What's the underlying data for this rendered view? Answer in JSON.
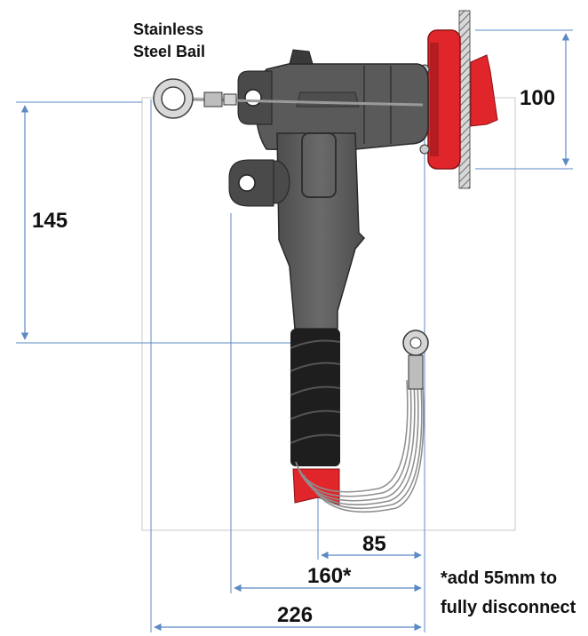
{
  "labels": {
    "bail_line1": "Stainless",
    "bail_line2": "Steel Bail",
    "note_line1": "*add 55mm to",
    "note_line2": "fully disconnect"
  },
  "dimensions": {
    "d100": "100",
    "d145": "145",
    "d85": "85",
    "d160": "160*",
    "d226": "226"
  },
  "colors": {
    "dimension_line": "#5b8ac4",
    "body": "#5a5a5a",
    "body_dark": "#3a3a3a",
    "red": "#e0262b",
    "wrap": "#1e1e1e",
    "cable": "#9a9a9a"
  },
  "icons": {
    "bail": "ring-icon",
    "lug": "cable-lug-icon"
  }
}
